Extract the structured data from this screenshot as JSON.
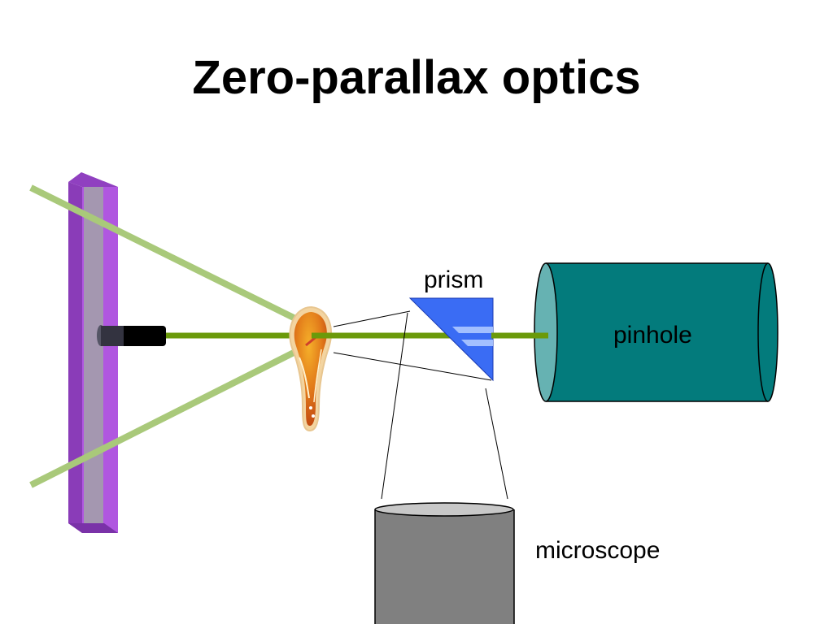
{
  "slide": {
    "title": "Zero-parallax optics"
  },
  "labels": {
    "prism": "prism",
    "pinhole": "pinhole",
    "microscope": "microscope"
  },
  "colors": {
    "plate_purple": "#b057e0",
    "plate_inner": "#a497b0",
    "beam_dark_green": "#6b9a0a",
    "beam_light_green": "#a9c97a",
    "prism_blue": "#3a6cf4",
    "pinhole_teal": "#037b7c",
    "microscope_gray": "#808080"
  }
}
